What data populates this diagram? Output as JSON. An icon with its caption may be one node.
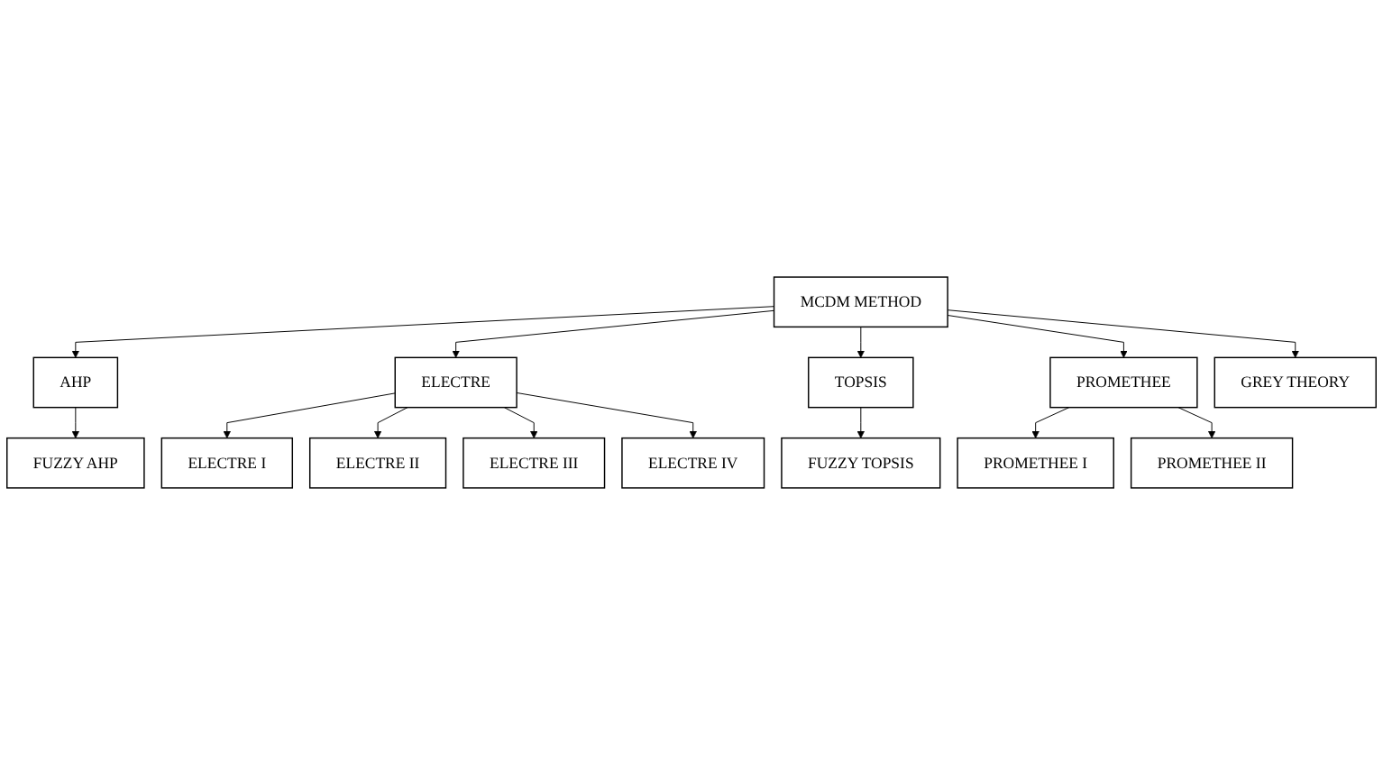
{
  "diagram": {
    "nodes": [
      {
        "text": [
          "MCDM METHOD"
        ]
      },
      {
        "text": [
          "AHP"
        ]
      },
      {
        "text": [
          "ELECTRE"
        ]
      },
      {
        "text": [
          "TOPSIS"
        ]
      },
      {
        "text": [
          "PROMETHEE"
        ]
      },
      {
        "text": [
          "GREY THEORY"
        ]
      },
      {
        "text": [
          "FUZZY AHP"
        ]
      },
      {
        "text": [
          "FUZZY TOPSIS"
        ]
      },
      {
        "text": [
          "PROMETHEE I"
        ]
      },
      {
        "text": [
          "PROMETHEE II"
        ]
      },
      {
        "text": [
          "ELECTRE I"
        ]
      },
      {
        "text": [
          "ELECTRE II"
        ]
      },
      {
        "text": [
          "ELECTRE III"
        ]
      },
      {
        "text": [
          "ELECTRE IV"
        ]
      }
    ],
    "edges": [
      {
        "from": 0,
        "to": 1,
        "arrow": "to"
      },
      {
        "from": 0,
        "to": 2,
        "arrow": "to"
      },
      {
        "from": 0,
        "to": 3,
        "arrow": "to"
      },
      {
        "from": 0,
        "to": 4,
        "arrow": "to"
      },
      {
        "from": 0,
        "to": 5,
        "arrow": "to"
      },
      {
        "from": 1,
        "to": 6,
        "arrow": "to"
      },
      {
        "from": 3,
        "to": 7,
        "arrow": "to"
      },
      {
        "from": 4,
        "to": 8,
        "arrow": "to"
      },
      {
        "from": 4,
        "to": 9,
        "arrow": "to"
      },
      {
        "from": 2,
        "to": 10,
        "arrow": "to"
      },
      {
        "from": 2,
        "to": 11,
        "arrow": "to"
      },
      {
        "from": 2,
        "to": 12,
        "arrow": "to"
      },
      {
        "from": 2,
        "to": 13,
        "arrow": "to"
      }
    ]
  }
}
